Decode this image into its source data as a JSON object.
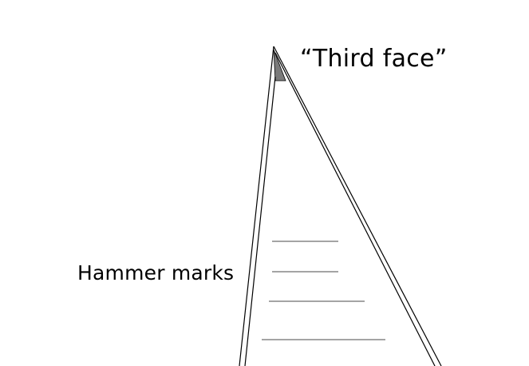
{
  "diagram": {
    "labels": {
      "third_face": "“Third face”",
      "hammer_marks": "Hammer marks"
    },
    "colors": {
      "outline": "#000000",
      "face_fill": "#7a7a7a",
      "hammer_mark_stroke": "#4a4a4a",
      "background": "#ffffff"
    },
    "hammer_mark_count": 4
  }
}
